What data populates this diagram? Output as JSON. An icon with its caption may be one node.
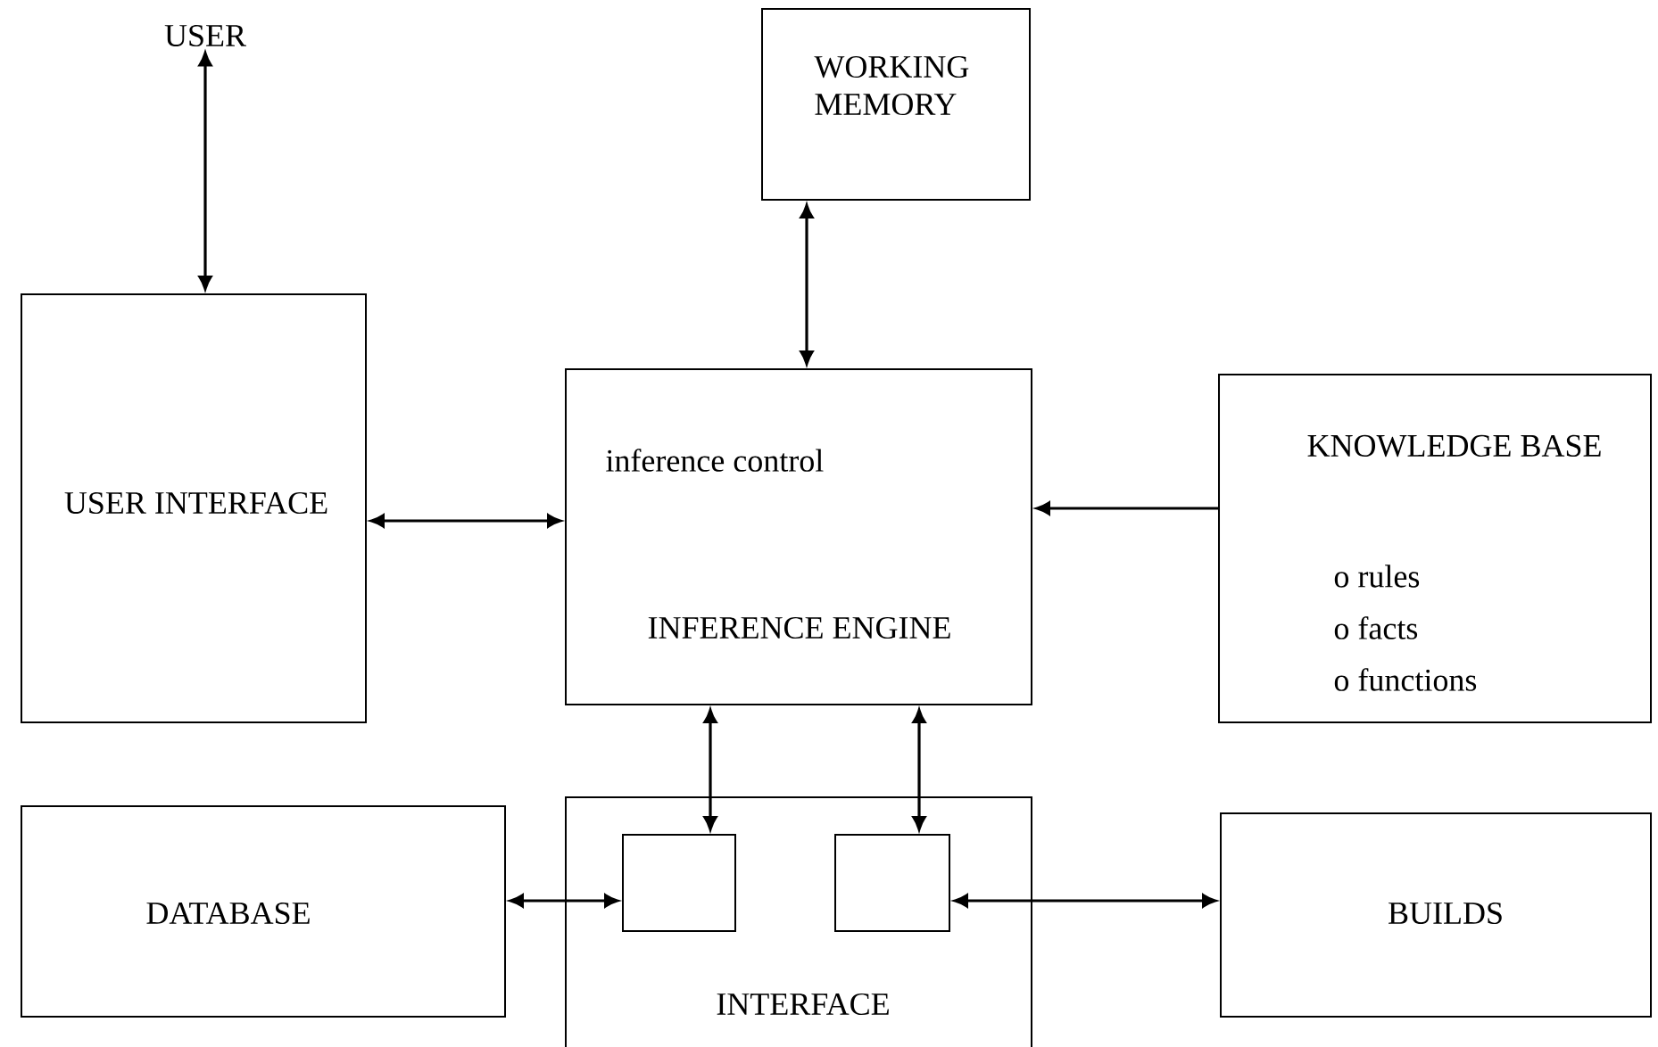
{
  "diagram": {
    "nodes": [
      {
        "text": [
          "USER"
        ]
      },
      {
        "text": [
          "WORKING MEMORY"
        ]
      },
      {
        "text": [
          "USER INTERFACE"
        ]
      },
      {
        "text": [
          "inference control",
          "INFERENCE ENGINE"
        ]
      },
      {
        "text": [
          "KNOWLEDGE BASE",
          "o rules",
          "o facts",
          "o functions"
        ]
      },
      {
        "text": [
          "DATABASE"
        ]
      },
      {
        "text": [
          "INTERFACE"
        ]
      },
      {
        "text": [],
        "shape": "box",
        "in": 6
      },
      {
        "text": [],
        "shape": "box",
        "in": 6
      },
      {
        "text": [
          "BUILDS"
        ]
      }
    ],
    "edges": [
      {
        "from": 0,
        "to": 2,
        "arrow": "both"
      },
      {
        "from": 1,
        "to": 3,
        "arrow": "both"
      },
      {
        "from": 2,
        "to": 3,
        "arrow": "both"
      },
      {
        "from": 4,
        "to": 3,
        "arrow": "to"
      },
      {
        "from": 3,
        "to": 7,
        "arrow": "both"
      },
      {
        "from": 3,
        "to": 8,
        "arrow": "both"
      },
      {
        "from": 5,
        "to": 7,
        "arrow": "both"
      },
      {
        "from": 8,
        "to": 9,
        "arrow": "both"
      }
    ]
  }
}
